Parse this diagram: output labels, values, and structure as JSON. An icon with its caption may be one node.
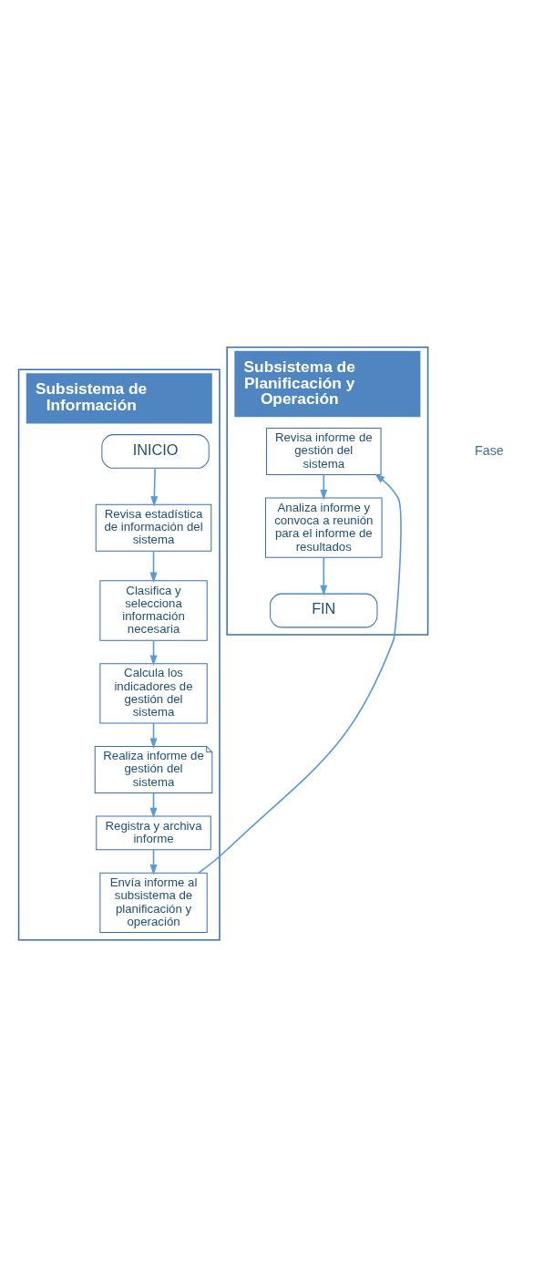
{
  "diagram": {
    "nodes": [
      {
        "text": [
          "Subsistema de Información"
        ]
      },
      {
        "text": [
          "Subsistema de Planificación y Operación"
        ]
      },
      {
        "text": [
          "INICIO"
        ],
        "in": 0
      },
      {
        "text": [
          "Revisa estadística de información del sistema"
        ],
        "in": 0
      },
      {
        "text": [
          "Clasifica y selecciona información necesaria"
        ],
        "in": 0
      },
      {
        "text": [
          "Calcula los indicadores de gestión del sistema"
        ],
        "in": 0
      },
      {
        "text": [
          "Realiza informe de gestión del sistema"
        ],
        "in": 0
      },
      {
        "text": [
          "Registra y archiva informe"
        ],
        "in": 0
      },
      {
        "text": [
          "Envía informe al subsistema de planificación y operación"
        ],
        "in": 0
      },
      {
        "text": [
          "Revisa informe de gestión del sistema"
        ],
        "in": 1
      },
      {
        "text": [
          "Analiza informe y convoca a reunión para el informe de resultados"
        ],
        "in": 1
      },
      {
        "text": [
          "FIN"
        ],
        "in": 1
      }
    ],
    "edges": [
      {
        "from": 2,
        "to": 3,
        "arrow": "to"
      },
      {
        "from": 3,
        "to": 4,
        "arrow": "to"
      },
      {
        "from": 4,
        "to": 5,
        "arrow": "to"
      },
      {
        "from": 5,
        "to": 6,
        "arrow": "to"
      },
      {
        "from": 6,
        "to": 7,
        "arrow": "to"
      },
      {
        "from": 7,
        "to": 8,
        "arrow": "to"
      },
      {
        "from": 8,
        "to": 9,
        "arrow": "to"
      },
      {
        "from": 9,
        "to": 10,
        "arrow": "to"
      },
      {
        "from": 10,
        "to": 11,
        "arrow": "to"
      }
    ],
    "labels": [
      "Fase"
    ]
  }
}
